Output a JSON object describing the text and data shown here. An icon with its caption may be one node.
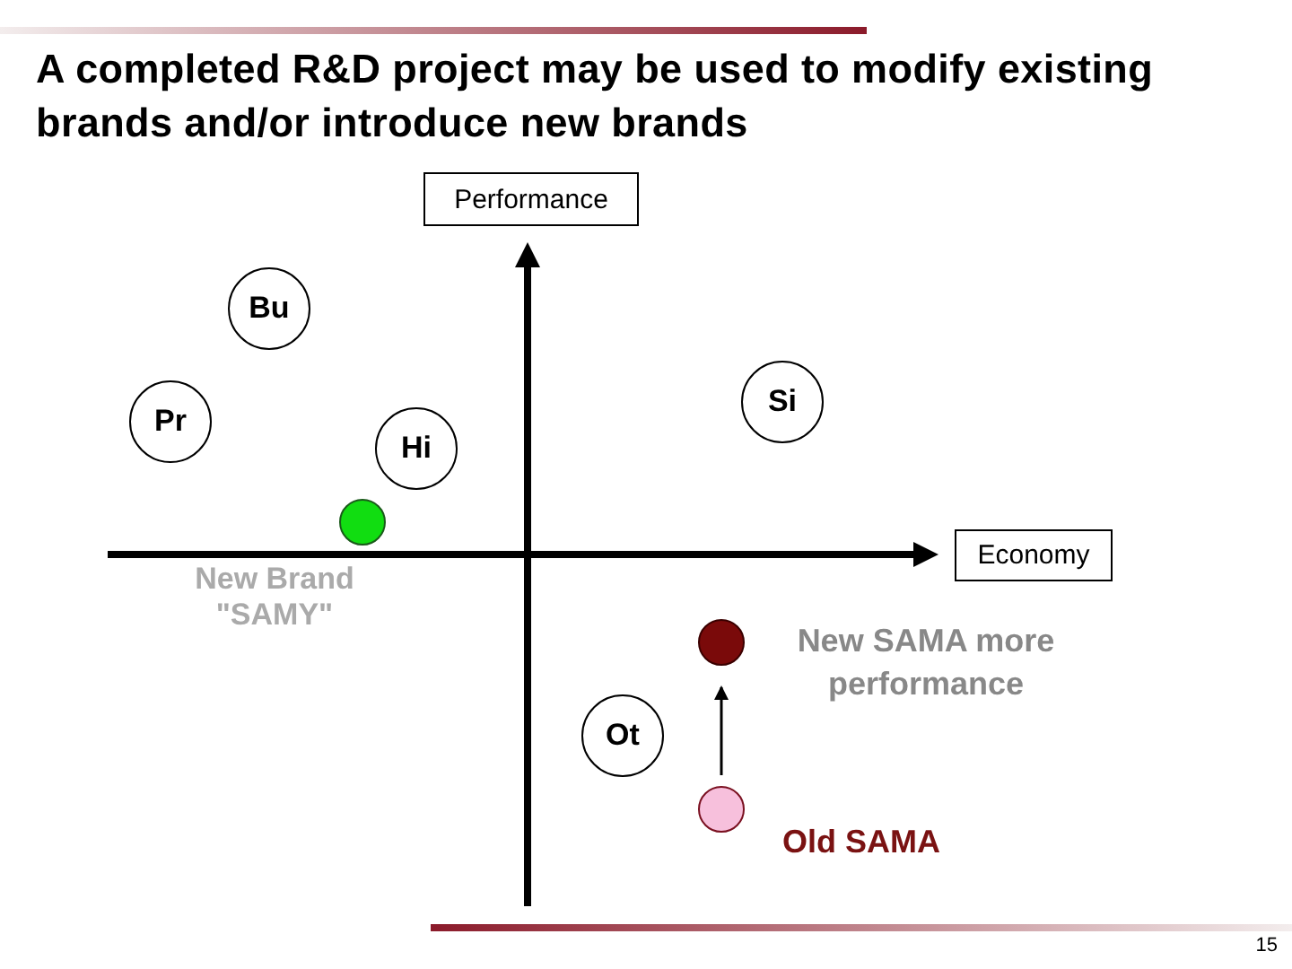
{
  "diagram": {
    "title": "A completed R&D project may be used to modify existing brands and/or introduce new brands",
    "nodes": [
      {
        "text": [
          "Performance"
        ]
      },
      {
        "text": [
          "Economy"
        ]
      },
      {
        "text": [
          "Bu"
        ]
      },
      {
        "text": [
          "Pr"
        ]
      },
      {
        "text": [
          "Hi"
        ]
      },
      {
        "text": [
          "Si"
        ]
      },
      {
        "text": [
          "Ot"
        ]
      },
      {
        "text": [],
        "shape": "circle",
        "beside": [
          "New Brand \"SAMY\""
        ]
      },
      {
        "text": [],
        "shape": "circle",
        "beside": [
          "New SAMA more performance"
        ]
      },
      {
        "text": [],
        "shape": "circle",
        "beside": [
          "Old SAMA"
        ]
      }
    ],
    "edges": [
      {
        "from": 9,
        "to": 8,
        "arrow": "to"
      }
    ],
    "labels": [
      "15"
    ]
  }
}
